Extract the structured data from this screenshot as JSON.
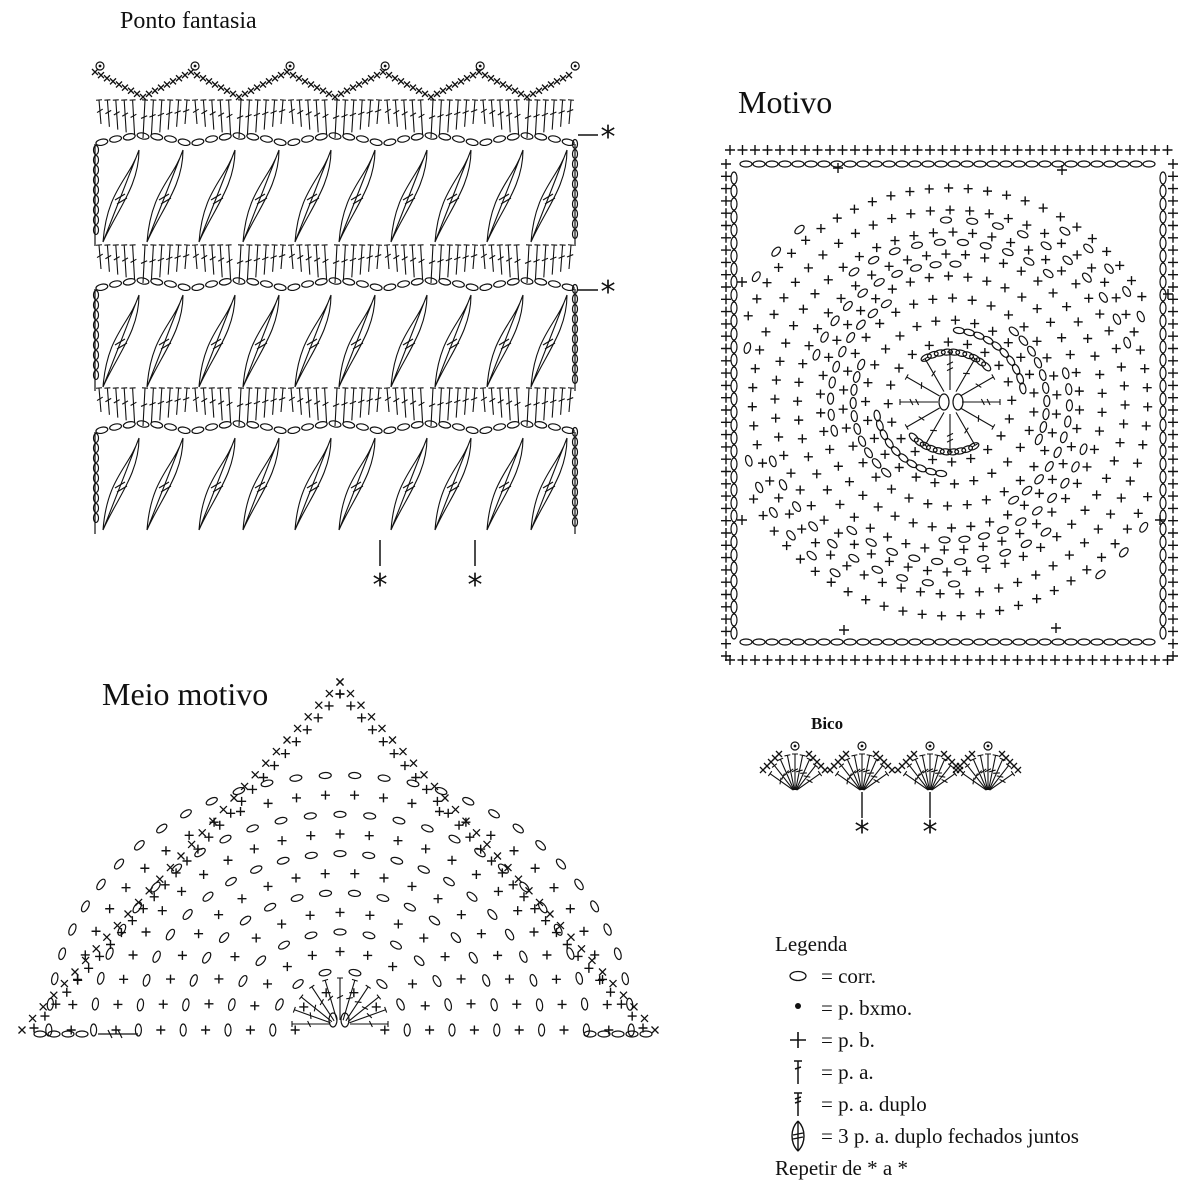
{
  "titles": {
    "ponto_fantasia": "Ponto fantasia",
    "motivo": "Motivo",
    "meio_motivo": "Meio motivo",
    "bico": "Bico"
  },
  "repeat_marker": "*",
  "legend": {
    "heading": "Legenda",
    "items": [
      {
        "symbol": "chain-oval-icon",
        "text": "= corr."
      },
      {
        "symbol": "dot-icon",
        "text": "= p. bxmo."
      },
      {
        "symbol": "plus-icon",
        "text": "= p. b."
      },
      {
        "symbol": "t-stitch-icon",
        "text": "= p. a."
      },
      {
        "symbol": "double-t-stitch-icon",
        "text": "= p. a. duplo"
      },
      {
        "symbol": "cluster-icon",
        "text": "= 3 p. a. duplo fechados juntos"
      }
    ],
    "footer": "Repetir de * a *"
  }
}
